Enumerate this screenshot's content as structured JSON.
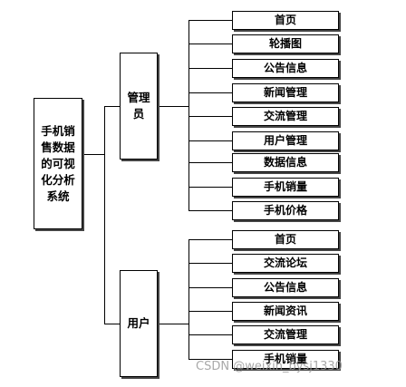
{
  "root": {
    "label": "手机销售数据的可视化分析系统",
    "lines": [
      "手机销",
      "售数据",
      "的可视",
      "化分析",
      "系统"
    ]
  },
  "groups": [
    {
      "label_lines": [
        "管理",
        "员"
      ],
      "items": [
        "首页",
        "轮播图",
        "公告信息",
        "新闻管理",
        "交流管理",
        "用户管理",
        "数据信息",
        "手机销量",
        "手机价格"
      ]
    },
    {
      "label_lines": [
        "用户"
      ],
      "items": [
        "首页",
        "交流论坛",
        "公告信息",
        "新闻资讯",
        "交流管理",
        "手机销量"
      ]
    }
  ],
  "watermark": "CSDN @weixin_bysj1330"
}
